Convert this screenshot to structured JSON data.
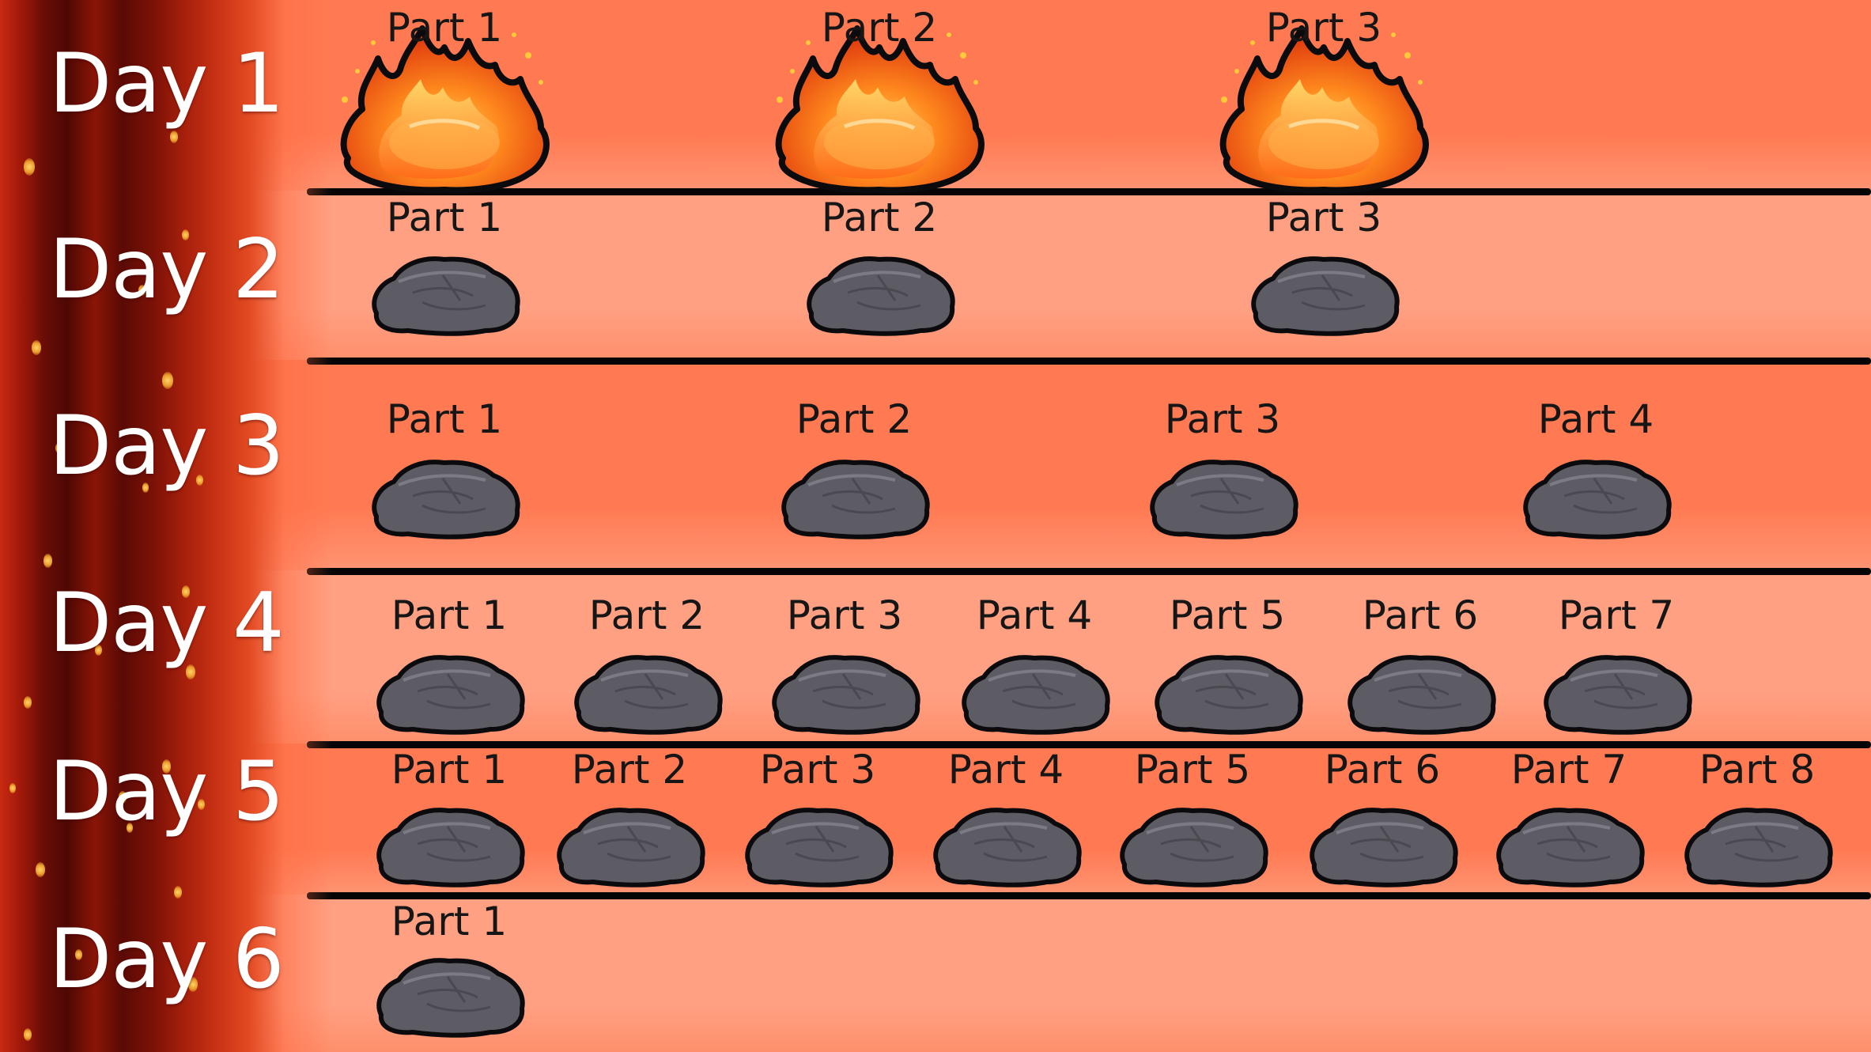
{
  "colors": {
    "row_dark": "#ff7a52",
    "row_light": "#ffa082",
    "separator": "#050505",
    "label_text": "#161616",
    "day_text": "#ffffff",
    "rock_fill": "#5d5c64",
    "rock_outline": "#0b0b0d"
  },
  "days": [
    {
      "label": "Day 1",
      "parts": [
        {
          "label": "Part 1",
          "icon": "fire-rock-icon"
        },
        {
          "label": "Part 2",
          "icon": "fire-rock-icon"
        },
        {
          "label": "Part 3",
          "icon": "fire-rock-icon"
        }
      ]
    },
    {
      "label": "Day 2",
      "parts": [
        {
          "label": "Part 1",
          "icon": "rock-icon"
        },
        {
          "label": "Part 2",
          "icon": "rock-icon"
        },
        {
          "label": "Part 3",
          "icon": "rock-icon"
        }
      ]
    },
    {
      "label": "Day 3",
      "parts": [
        {
          "label": "Part 1",
          "icon": "rock-icon"
        },
        {
          "label": "Part 2",
          "icon": "rock-icon"
        },
        {
          "label": "Part 3",
          "icon": "rock-icon"
        },
        {
          "label": "Part 4",
          "icon": "rock-icon"
        }
      ]
    },
    {
      "label": "Day 4",
      "parts": [
        {
          "label": "Part 1",
          "icon": "rock-icon"
        },
        {
          "label": "Part 2",
          "icon": "rock-icon"
        },
        {
          "label": "Part 3",
          "icon": "rock-icon"
        },
        {
          "label": "Part 4",
          "icon": "rock-icon"
        },
        {
          "label": "Part 5",
          "icon": "rock-icon"
        },
        {
          "label": "Part 6",
          "icon": "rock-icon"
        },
        {
          "label": "Part 7",
          "icon": "rock-icon"
        }
      ]
    },
    {
      "label": "Day 5",
      "parts": [
        {
          "label": "Part 1",
          "icon": "rock-icon"
        },
        {
          "label": "Part 2",
          "icon": "rock-icon"
        },
        {
          "label": "Part 3",
          "icon": "rock-icon"
        },
        {
          "label": "Part 4",
          "icon": "rock-icon"
        },
        {
          "label": "Part 5",
          "icon": "rock-icon"
        },
        {
          "label": "Part 6",
          "icon": "rock-icon"
        },
        {
          "label": "Part 7",
          "icon": "rock-icon"
        },
        {
          "label": "Part 8",
          "icon": "rock-icon"
        }
      ]
    },
    {
      "label": "Day 6",
      "parts": [
        {
          "label": "Part 1",
          "icon": "rock-icon"
        }
      ]
    }
  ]
}
